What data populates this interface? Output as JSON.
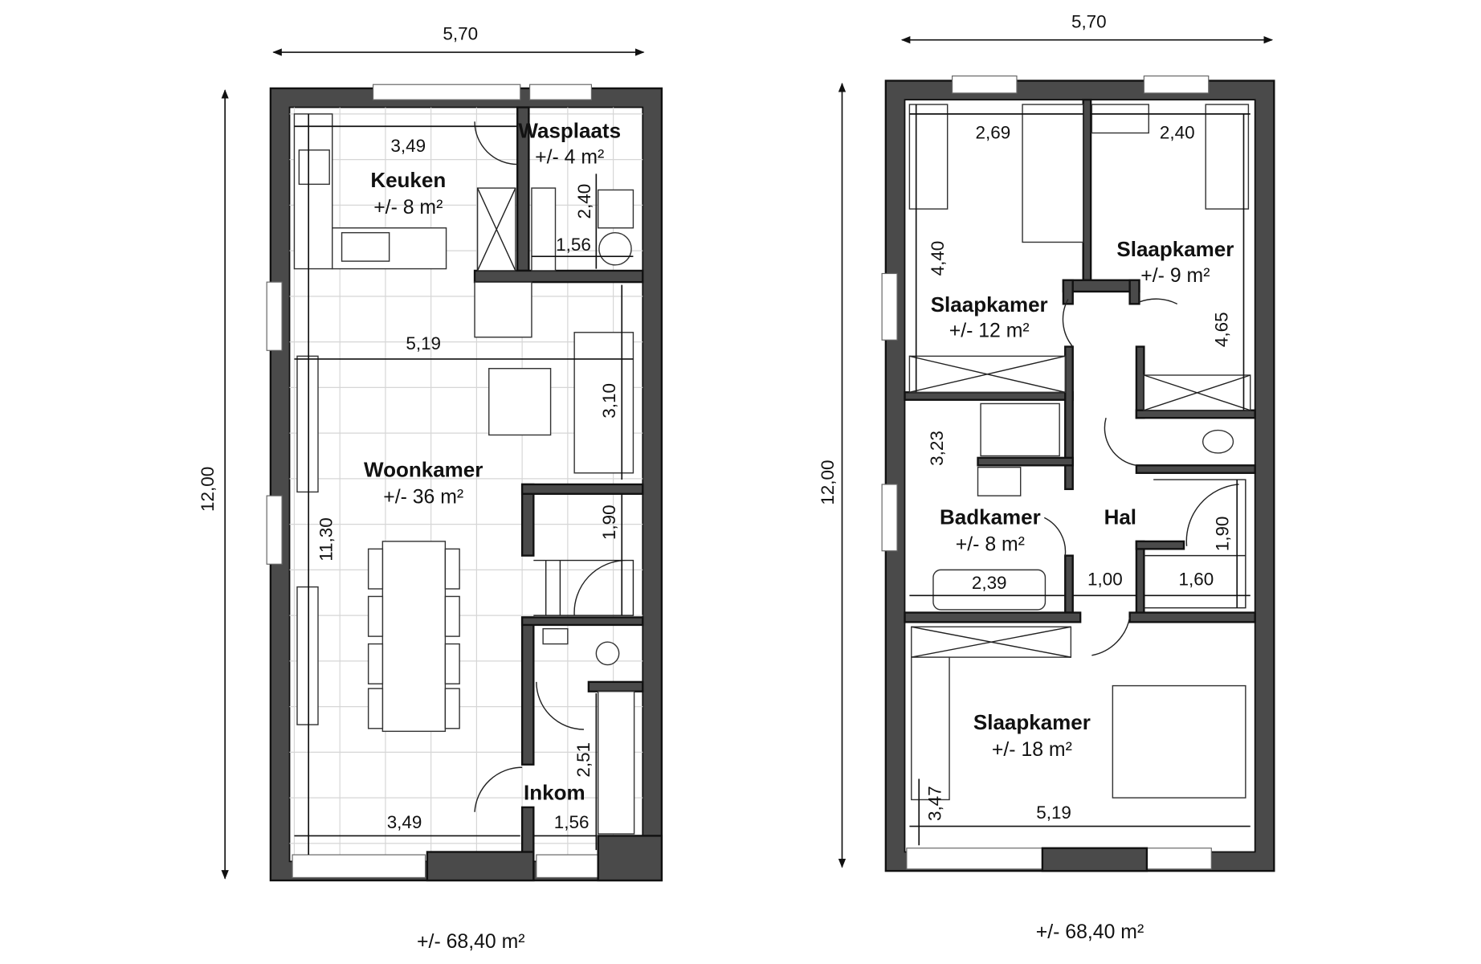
{
  "ground_floor": {
    "width_label": "5,70",
    "height_label": "12,00",
    "total_area": "+/- 68,40 m²",
    "rooms": [
      {
        "name": "Wasplaats",
        "area": "+/- 4 m²"
      },
      {
        "name": "Keuken",
        "area": "+/- 8 m²"
      },
      {
        "name": "Woonkamer",
        "area": "+/- 36 m²"
      },
      {
        "name": "Inkom",
        "area": ""
      }
    ],
    "dimensions": [
      "3,49",
      "2,40",
      "1,56",
      "5,19",
      "3,10",
      "1,90",
      "11,30",
      "2,51",
      "3,49",
      "1,56"
    ]
  },
  "upper_floor": {
    "width_label": "5,70",
    "height_label": "12,00",
    "total_area": "+/- 68,40 m²",
    "rooms": [
      {
        "name": "Slaapkamer",
        "area": "+/- 12 m²"
      },
      {
        "name": "Slaapkamer",
        "area": "+/- 9 m²"
      },
      {
        "name": "Badkamer",
        "area": "+/- 8 m²"
      },
      {
        "name": "Hal",
        "area": ""
      },
      {
        "name": "Slaapkamer",
        "area": "+/- 18 m²"
      }
    ],
    "dimensions": [
      "2,69",
      "2,40",
      "4,40",
      "4,65",
      "3,23",
      "1,90",
      "2,39",
      "1,00",
      "1,60",
      "3,47",
      "5,19"
    ]
  },
  "colors": {
    "wall": "#4a4a4a",
    "grid": "#d6d6d6",
    "line": "#111111"
  }
}
